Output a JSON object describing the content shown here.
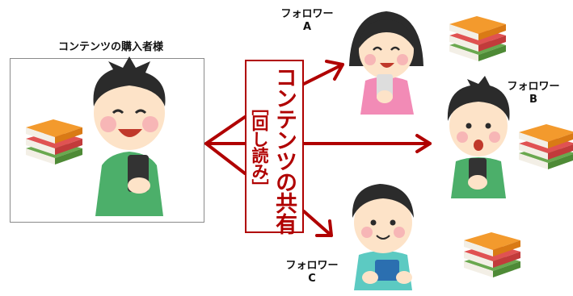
{
  "buyer": {
    "label": "コンテンツの購入者様"
  },
  "share": {
    "line1": "コンテンツの共有",
    "line2": "［回し読み］"
  },
  "followers": [
    {
      "line1": "フォロワー",
      "line2": "A"
    },
    {
      "line1": "フォロワー",
      "line2": "B"
    },
    {
      "line1": "フォロワー",
      "line2": "C"
    }
  ],
  "colors": {
    "arrow": "#b00000",
    "book_orange": "#f08a24",
    "book_red": "#e04848",
    "book_green": "#6aa84f",
    "skin": "#fde3c8",
    "hair": "#2b2b2b"
  }
}
